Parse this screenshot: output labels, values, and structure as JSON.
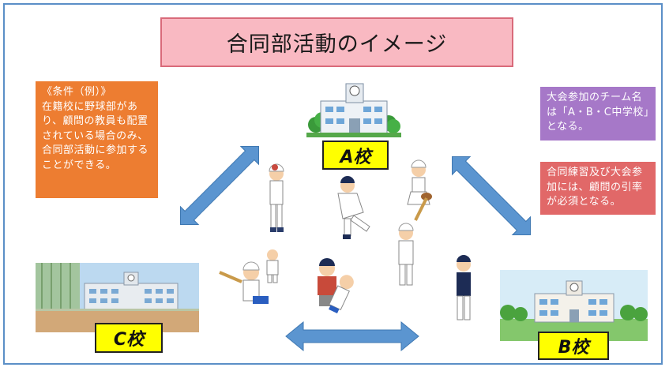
{
  "title": "合同部活動のイメージ",
  "notes": {
    "condition": "《条件（例）》\n在籍校に野球部があり、顧問の教員も配置されている場合のみ、合同部活動に参加することができる。",
    "team_name": "大会参加のチーム名は「A・B・C中学校」となる。",
    "advisor": "合同練習及び大会参加には、顧問の引率が必須となる。"
  },
  "schools": {
    "a": "A校",
    "b": "B校",
    "c": "C校"
  },
  "colors": {
    "arrow": "#5b95d0",
    "title_bg": "#f9b9c2",
    "note_orange": "#ed7d31",
    "note_purple": "#a678c8",
    "note_red": "#e16868",
    "label_yellow": "#ffff00"
  }
}
